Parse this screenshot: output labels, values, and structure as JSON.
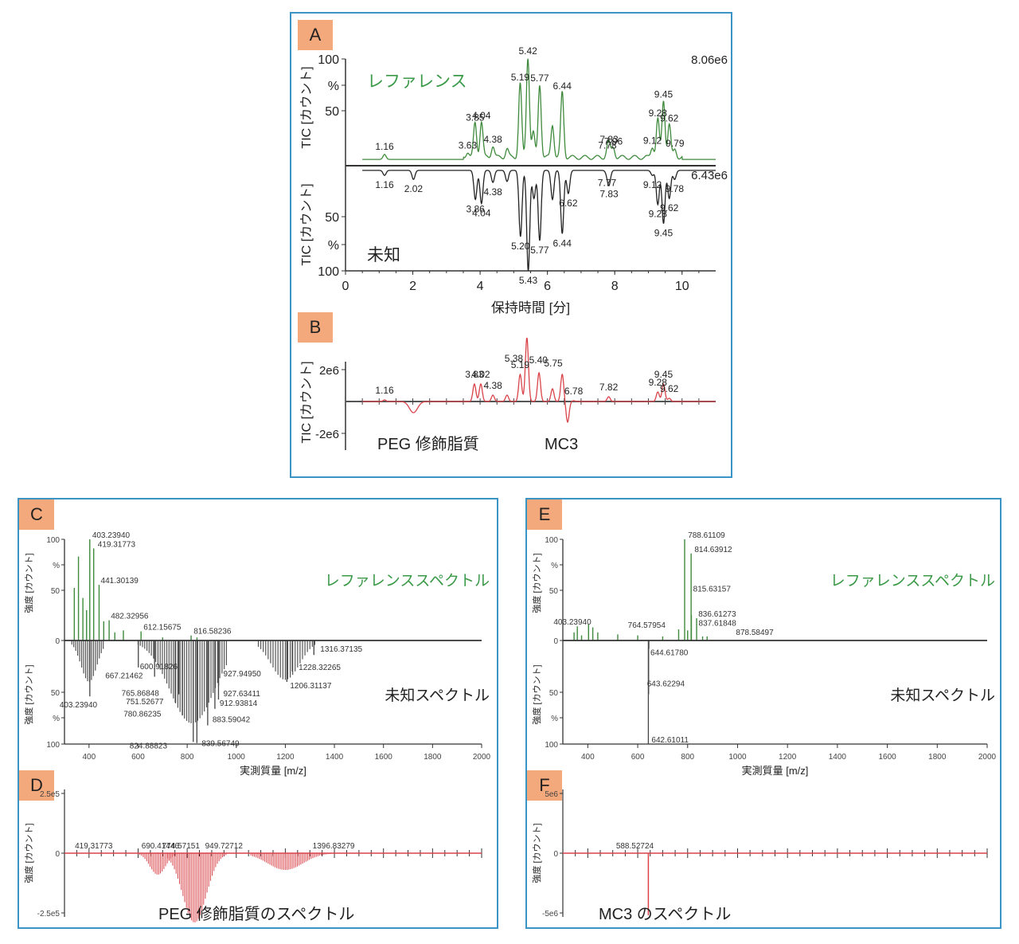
{
  "colors": {
    "border": "#3a95c4",
    "tag": "#f4a97c",
    "reference": "#3f8a3c",
    "unknown": "#222222",
    "difference": "#d9444a",
    "ref_label": "#3a9a48"
  },
  "panels": {
    "A": {
      "tag": "A"
    },
    "B": {
      "tag": "B"
    },
    "C": {
      "tag": "C"
    },
    "D": {
      "tag": "D"
    },
    "E": {
      "tag": "E"
    },
    "F": {
      "tag": "F"
    }
  },
  "chart_data": [
    {
      "id": "A",
      "type": "line",
      "title": "",
      "xlabel": "保持時間 [分]",
      "ylabel_top": "TIC [カウント]",
      "ylabel_bottom": "TIC [カウント]",
      "xlim": [
        0,
        11
      ],
      "xticks": [
        0,
        2,
        4,
        6,
        8,
        10
      ],
      "yticks_top": [
        "100",
        "%",
        "50"
      ],
      "yticks_bottom": [
        "50",
        "%",
        "100"
      ],
      "series": [
        {
          "name": "レファレンス",
          "direction": "up",
          "max_intensity": "8.06e6",
          "peaks": [
            {
              "rt": 1.16,
              "pct": 5,
              "label": "1.16"
            },
            {
              "rt": 3.63,
              "pct": 6,
              "label": "3.63"
            },
            {
              "rt": 3.85,
              "pct": 34,
              "label": "3.85"
            },
            {
              "rt": 4.04,
              "pct": 36,
              "label": "4.04"
            },
            {
              "rt": 4.38,
              "pct": 12,
              "label": "4.38"
            },
            {
              "rt": 4.8,
              "pct": 9,
              "label": ""
            },
            {
              "rt": 5.19,
              "pct": 74,
              "label": "5.19"
            },
            {
              "rt": 5.42,
              "pct": 100,
              "label": "5.42"
            },
            {
              "rt": 5.58,
              "pct": 25,
              "label": ""
            },
            {
              "rt": 5.77,
              "pct": 73,
              "label": "5.77"
            },
            {
              "rt": 6.15,
              "pct": 33,
              "label": ""
            },
            {
              "rt": 6.44,
              "pct": 65,
              "label": "6.44"
            },
            {
              "rt": 7.78,
              "pct": 6,
              "label": "7.78"
            },
            {
              "rt": 7.83,
              "pct": 12,
              "label": "7.83"
            },
            {
              "rt": 7.96,
              "pct": 10,
              "label": "7.96"
            },
            {
              "rt": 9.12,
              "pct": 11,
              "label": "9.12"
            },
            {
              "rt": 9.28,
              "pct": 38,
              "label": "9.28"
            },
            {
              "rt": 9.45,
              "pct": 57,
              "label": "9.45"
            },
            {
              "rt": 9.62,
              "pct": 33,
              "label": "9.62"
            },
            {
              "rt": 9.79,
              "pct": 8,
              "label": "9.79"
            }
          ]
        },
        {
          "name": "未知",
          "direction": "down",
          "max_intensity": "6.43e6",
          "peaks": [
            {
              "rt": 1.16,
              "pct": 5,
              "label": "1.16"
            },
            {
              "rt": 2.02,
              "pct": 9,
              "label": "2.02"
            },
            {
              "rt": 3.86,
              "pct": 29,
              "label": "3.86"
            },
            {
              "rt": 4.04,
              "pct": 33,
              "label": "4.04"
            },
            {
              "rt": 4.38,
              "pct": 12,
              "label": "4.38"
            },
            {
              "rt": 4.8,
              "pct": 11,
              "label": ""
            },
            {
              "rt": 5.2,
              "pct": 66,
              "label": "5.20"
            },
            {
              "rt": 5.43,
              "pct": 100,
              "label": "5.43"
            },
            {
              "rt": 5.6,
              "pct": 28,
              "label": ""
            },
            {
              "rt": 5.77,
              "pct": 70,
              "label": "5.77"
            },
            {
              "rt": 6.15,
              "pct": 29,
              "label": ""
            },
            {
              "rt": 6.44,
              "pct": 63,
              "label": "6.44"
            },
            {
              "rt": 6.62,
              "pct": 23,
              "label": "6.62"
            },
            {
              "rt": 7.77,
              "pct": 3,
              "label": "7.77"
            },
            {
              "rt": 7.83,
              "pct": 14,
              "label": "7.83"
            },
            {
              "rt": 9.12,
              "pct": 5,
              "label": "9.12"
            },
            {
              "rt": 9.28,
              "pct": 34,
              "label": "9.28"
            },
            {
              "rt": 9.45,
              "pct": 53,
              "label": "9.45"
            },
            {
              "rt": 9.62,
              "pct": 28,
              "label": "9.62"
            },
            {
              "rt": 9.78,
              "pct": 9,
              "label": "9.78"
            }
          ]
        }
      ]
    },
    {
      "id": "B",
      "type": "line",
      "ylabel": "TIC [カウント]",
      "xlim": [
        0,
        11
      ],
      "ylim": [
        -2000000.0,
        2000000.0
      ],
      "yticks": [
        "2e6",
        "-2e6"
      ],
      "annotations": [
        "PEG 修飾脂質",
        "MC3"
      ],
      "peaks": [
        {
          "rt": 1.16,
          "value": 100000.0,
          "label": "1.16"
        },
        {
          "rt": 2.02,
          "value": -700000.0,
          "label": ""
        },
        {
          "rt": 3.83,
          "value": 1100000.0,
          "label": "3.83"
        },
        {
          "rt": 4.02,
          "value": 1100000.0,
          "label": "4.02"
        },
        {
          "rt": 4.38,
          "value": 400000.0,
          "label": "4.38"
        },
        {
          "rt": 4.8,
          "value": 400000.0,
          "label": ""
        },
        {
          "rt": 5.19,
          "value": 1700000.0,
          "label": "5.19"
        },
        {
          "rt": 5.38,
          "value": 2100000.0,
          "label": "5.38"
        },
        {
          "rt": 5.4,
          "value": 2000000.0,
          "label": "5.40"
        },
        {
          "rt": 5.75,
          "value": 1800000.0,
          "label": "5.75"
        },
        {
          "rt": 6.15,
          "value": 800000.0,
          "label": ""
        },
        {
          "rt": 6.44,
          "value": 1700000.0,
          "label": ""
        },
        {
          "rt": 6.6,
          "value": -1300000.0,
          "label": ""
        },
        {
          "rt": 6.78,
          "value": 50000.0,
          "label": "6.78"
        },
        {
          "rt": 7.82,
          "value": 300000.0,
          "label": "7.82"
        },
        {
          "rt": 9.28,
          "value": 600000.0,
          "label": "9.28"
        },
        {
          "rt": 9.45,
          "value": 1100000.0,
          "label": "9.45"
        },
        {
          "rt": 9.62,
          "value": 200000.0,
          "label": "9.62"
        }
      ]
    },
    {
      "id": "C",
      "type": "bar",
      "xlabel": "実測質量 [m/z]",
      "ylabel_top": "強度 [カウント]",
      "ylabel_bottom": "強度 [カウント]",
      "xlim": [
        300,
        2000
      ],
      "xticks": [
        400,
        600,
        800,
        1000,
        1200,
        1400,
        1600,
        1800,
        2000
      ],
      "yticks_top": [
        "100",
        "%",
        "50",
        "0"
      ],
      "yticks_bottom": [
        "50",
        "%",
        "100"
      ],
      "legend_top": "レファレンススペクトル",
      "legend_bottom": "未知スペクトル",
      "reference_labels": [
        {
          "mz": 403.2394,
          "pct": 100,
          "label": "403.23940"
        },
        {
          "mz": 419.31773,
          "pct": 91,
          "label": "419.31773"
        },
        {
          "mz": 441.30139,
          "pct": 55,
          "label": "441.30139"
        },
        {
          "mz": 482.32956,
          "pct": 20,
          "label": "482.32956"
        },
        {
          "mz": 612.15675,
          "pct": 9,
          "label": "612.15675"
        },
        {
          "mz": 816.58236,
          "pct": 5,
          "label": "816.58236"
        }
      ],
      "reference_peaks": [
        {
          "mz": 340,
          "pct": 52
        },
        {
          "mz": 357,
          "pct": 83
        },
        {
          "mz": 375,
          "pct": 42
        },
        {
          "mz": 390,
          "pct": 30
        },
        {
          "mz": 403,
          "pct": 100
        },
        {
          "mz": 419,
          "pct": 91
        },
        {
          "mz": 441,
          "pct": 55
        },
        {
          "mz": 460,
          "pct": 19
        },
        {
          "mz": 482,
          "pct": 20
        },
        {
          "mz": 505,
          "pct": 8
        },
        {
          "mz": 540,
          "pct": 10
        },
        {
          "mz": 612,
          "pct": 9
        },
        {
          "mz": 700,
          "pct": 3
        },
        {
          "mz": 816,
          "pct": 5
        },
        {
          "mz": 840,
          "pct": 3
        }
      ],
      "unknown_labels": [
        {
          "mz": 403.2394,
          "pct": 54,
          "label": "403.23940"
        },
        {
          "mz": 600.91826,
          "pct": 26,
          "label": "600.91826"
        },
        {
          "mz": 667.21462,
          "pct": 35,
          "label": "667.21462"
        },
        {
          "mz": 765.86848,
          "pct": 52,
          "label": "765.86848"
        },
        {
          "mz": 751.52677,
          "pct": 60,
          "label": "751.52677"
        },
        {
          "mz": 780.86235,
          "pct": 72,
          "label": "780.86235"
        },
        {
          "mz": 824.88823,
          "pct": 98,
          "label": "824.88823"
        },
        {
          "mz": 839.56749,
          "pct": 99,
          "label": "839.56749"
        },
        {
          "mz": 883.59042,
          "pct": 82,
          "label": "883.59042"
        },
        {
          "mz": 912.93814,
          "pct": 66,
          "label": "912.93814"
        },
        {
          "mz": 927.63411,
          "pct": 57,
          "label": "927.63411"
        },
        {
          "mz": 927.9495,
          "pct": 44,
          "label": "927.94950"
        },
        {
          "mz": 1206.31137,
          "pct": 40,
          "label": "1206.31137"
        },
        {
          "mz": 1228.32265,
          "pct": 30,
          "label": "1228.32265"
        },
        {
          "mz": 1316.37135,
          "pct": 14,
          "label": "1316.37135"
        }
      ]
    },
    {
      "id": "D",
      "type": "bar",
      "ylabel": "強度 [カウント]",
      "xlim": [
        300,
        2000
      ],
      "ylim": [
        -250000.0,
        250000.0
      ],
      "yticks": [
        "2.5e5",
        "0",
        "-2.5e5"
      ],
      "annotation": "PEG 修飾脂質のスペクトル",
      "labels": [
        {
          "mz": 419.31773,
          "label": "419.31773"
        },
        {
          "mz": 690.41446,
          "label": "690.41446"
        },
        {
          "mz": 774.57151,
          "label": "774.57151"
        },
        {
          "mz": 949.72712,
          "label": "949.72712"
        },
        {
          "mz": 1396.83279,
          "label": "1396.83279"
        }
      ],
      "envelopes": [
        {
          "from": 600,
          "to": 760,
          "peak_mz": 680,
          "min_value": -90000.0
        },
        {
          "from": 720,
          "to": 960,
          "peak_mz": 830,
          "min_value": -290000.0
        },
        {
          "from": 1060,
          "to": 1420,
          "peak_mz": 1200,
          "min_value": -70000.0
        }
      ]
    },
    {
      "id": "E",
      "type": "bar",
      "xlabel": "実測質量 [m/z]",
      "ylabel_top": "強度 [カウント]",
      "ylabel_bottom": "強度 [カウント]",
      "xlim": [
        300,
        2000
      ],
      "xticks": [
        400,
        600,
        800,
        1000,
        1200,
        1400,
        1600,
        1800,
        2000
      ],
      "yticks_top": [
        "100",
        "%",
        "50",
        "0"
      ],
      "yticks_bottom": [
        "50",
        "%",
        "100"
      ],
      "legend_top": "レファレンススペクトル",
      "legend_bottom": "未知スペクトル",
      "reference_labels": [
        {
          "mz": 403.2394,
          "pct": 14,
          "label": "403.23940"
        },
        {
          "mz": 764.57954,
          "pct": 11,
          "label": "764.57954"
        },
        {
          "mz": 788.61109,
          "pct": 100,
          "label": "788.61109"
        },
        {
          "mz": 814.63912,
          "pct": 86,
          "label": "814.63912"
        },
        {
          "mz": 815.63157,
          "pct": 47,
          "label": "815.63157"
        },
        {
          "mz": 836.61273,
          "pct": 22,
          "label": "836.61273"
        },
        {
          "mz": 837.61848,
          "pct": 13,
          "label": "837.61848"
        },
        {
          "mz": 878.58497,
          "pct": 4,
          "label": "878.58497"
        }
      ],
      "reference_peaks": [
        {
          "mz": 345,
          "pct": 8
        },
        {
          "mz": 358,
          "pct": 14
        },
        {
          "mz": 375,
          "pct": 5
        },
        {
          "mz": 403,
          "pct": 16
        },
        {
          "mz": 420,
          "pct": 13
        },
        {
          "mz": 440,
          "pct": 8
        },
        {
          "mz": 520,
          "pct": 6
        },
        {
          "mz": 600,
          "pct": 5
        },
        {
          "mz": 700,
          "pct": 4
        },
        {
          "mz": 764,
          "pct": 11
        },
        {
          "mz": 788,
          "pct": 100
        },
        {
          "mz": 800,
          "pct": 10
        },
        {
          "mz": 814,
          "pct": 86
        },
        {
          "mz": 815,
          "pct": 25
        },
        {
          "mz": 836,
          "pct": 22
        },
        {
          "mz": 860,
          "pct": 4
        },
        {
          "mz": 878,
          "pct": 4
        }
      ],
      "unknown_labels": [
        {
          "mz": 644.6178,
          "pct": 8,
          "label": "644.61780"
        },
        {
          "mz": 643.62294,
          "pct": 52,
          "label": "643.62294"
        },
        {
          "mz": 642.61011,
          "pct": 100,
          "label": "642.61011"
        }
      ]
    },
    {
      "id": "F",
      "type": "bar",
      "ylabel": "強度 [カウント]",
      "xlim": [
        300,
        2000
      ],
      "ylim": [
        -5000000.0,
        5000000.0
      ],
      "yticks": [
        "5e6",
        "0",
        "-5e6"
      ],
      "annotation": "MC3 のスペクトル",
      "labels": [
        {
          "mz": 588.52724,
          "label": "588.52724"
        }
      ],
      "peaks": [
        {
          "mz": 642.6,
          "value": -5200000.0
        }
      ]
    }
  ]
}
